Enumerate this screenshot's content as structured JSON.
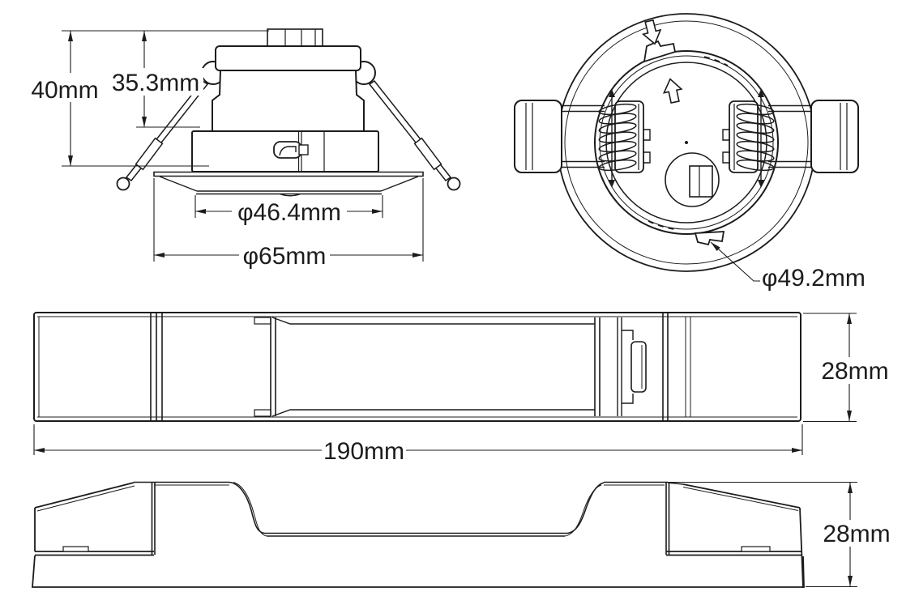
{
  "page": {
    "background": "#ffffff",
    "line_color": "#1c1c1c",
    "type": "technical-dimension-drawing",
    "product": "recessed downlight with driver box"
  },
  "views": {
    "front": {
      "title": "downlight-front-view",
      "dims": {
        "total_height": "40mm",
        "body_height": "35.3mm",
        "cutout_diameter": "φ46.4mm",
        "trim_diameter": "φ65mm"
      }
    },
    "rear": {
      "title": "downlight-rear-view",
      "dims": {
        "spring_ring_diameter": "φ49.2mm"
      }
    },
    "driver_top": {
      "title": "driver-top-view",
      "dims": {
        "length": "190mm",
        "width": "28mm"
      }
    },
    "driver_side": {
      "title": "driver-side-view",
      "dims": {
        "height": "28mm"
      }
    }
  }
}
